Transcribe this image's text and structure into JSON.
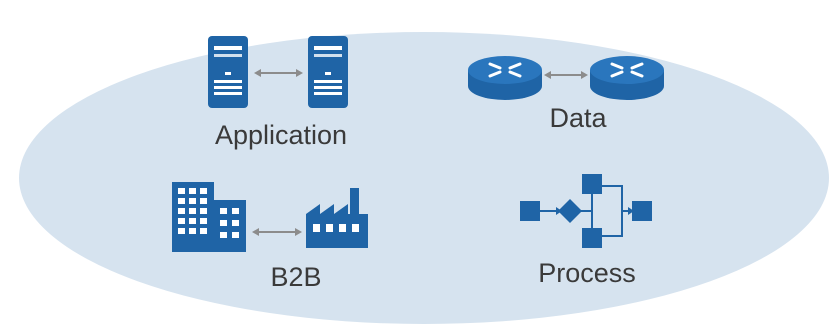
{
  "colors": {
    "ellipse_fill": "#d6e3ef",
    "icon_blue": "#1f64a6",
    "connector_gray": "#8c8c8c",
    "label_text": "#3a3a3a"
  },
  "groups": {
    "application": {
      "label": "Application",
      "icons": [
        "server-icon",
        "server-icon"
      ]
    },
    "data": {
      "label": "Data",
      "icons": [
        "router-icon",
        "router-icon"
      ]
    },
    "b2b": {
      "label": "B2B",
      "icons": [
        "office-building-icon",
        "factory-icon"
      ]
    },
    "process": {
      "label": "Process",
      "icons": [
        "process-flow-icon"
      ]
    }
  }
}
